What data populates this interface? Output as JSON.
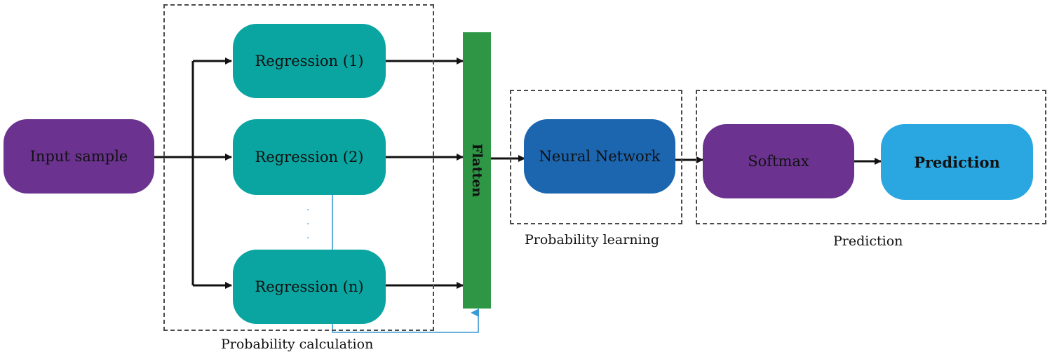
{
  "nodes": {
    "input_sample": "Input sample",
    "regression_1": "Regression (1)",
    "regression_2": "Regression (2)",
    "regression_n": "Regression (n)",
    "flatten": "Flatten",
    "neural_network": "Neural Network",
    "softmax": "Softmax",
    "prediction": "Prediction"
  },
  "groups": {
    "probability_calculation": "Probability calculation",
    "probability_learning": "Probability learning",
    "prediction": "Prediction"
  },
  "colors": {
    "input_sample": "#6b338f",
    "regression": "#0aa5a0",
    "flatten": "#2e9645",
    "neural_network": "#1c66b0",
    "softmax": "#6b338f",
    "prediction": "#2aa7e0",
    "feedback_line": "#3a9ad6"
  }
}
